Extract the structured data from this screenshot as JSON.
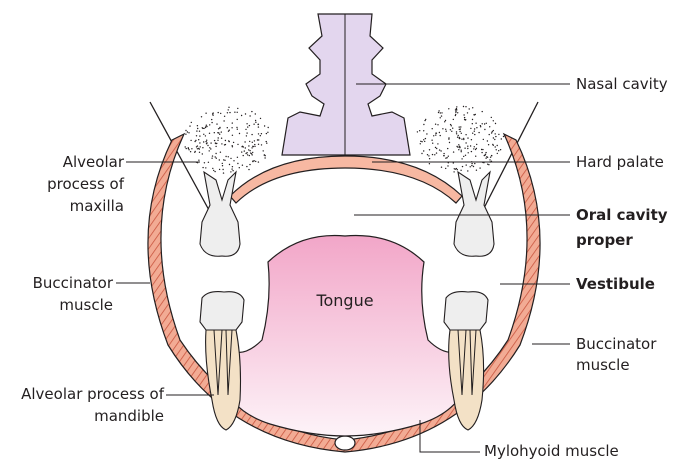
{
  "labels": {
    "nasal_cavity": "Nasal cavity",
    "hard_palate": "Hard palate",
    "oral_cavity_1": "Oral cavity",
    "oral_cavity_2": "proper",
    "vestibule": "Vestibule",
    "buccinator_right_1": "Buccinator",
    "buccinator_right_2": "muscle",
    "mylohyoid": "Mylohyoid muscle",
    "alveolar_maxilla_1": "Alveolar",
    "alveolar_maxilla_2": "process of",
    "alveolar_maxilla_3": "maxilla",
    "buccinator_left_1": "Buccinator",
    "buccinator_left_2": "muscle",
    "alveolar_mandible_1": "Alveolar process of",
    "alveolar_mandible_2": "mandible",
    "tongue": "Tongue"
  },
  "colors": {
    "nasal_fill": "#e3d6ee",
    "palate_fill": "#f7b8a2",
    "muscle_fill": "#f2ab94",
    "muscle_stripe": "#c9553f",
    "tongue_top": "#f2a6c8",
    "tongue_bottom": "#fdf3f8",
    "tooth_fill": "#eeeeee",
    "bone_fill": "#f3e1c6",
    "line": "#231f20"
  }
}
